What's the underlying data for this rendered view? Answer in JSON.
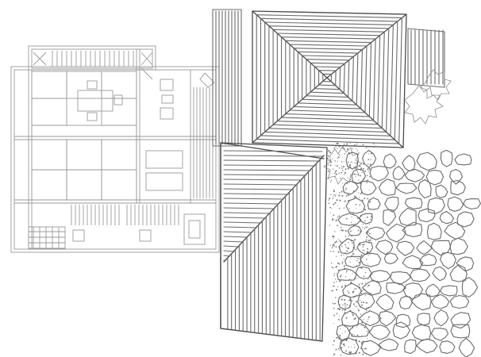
{
  "drawing": {
    "style": "pencil line sketch",
    "ink_color": "#6a6a6a",
    "background_color": "#ffffff",
    "subject": [
      "floor-plan",
      "hip-roof",
      "gable-roof",
      "garden-stones",
      "shrubs",
      "gravel"
    ]
  }
}
